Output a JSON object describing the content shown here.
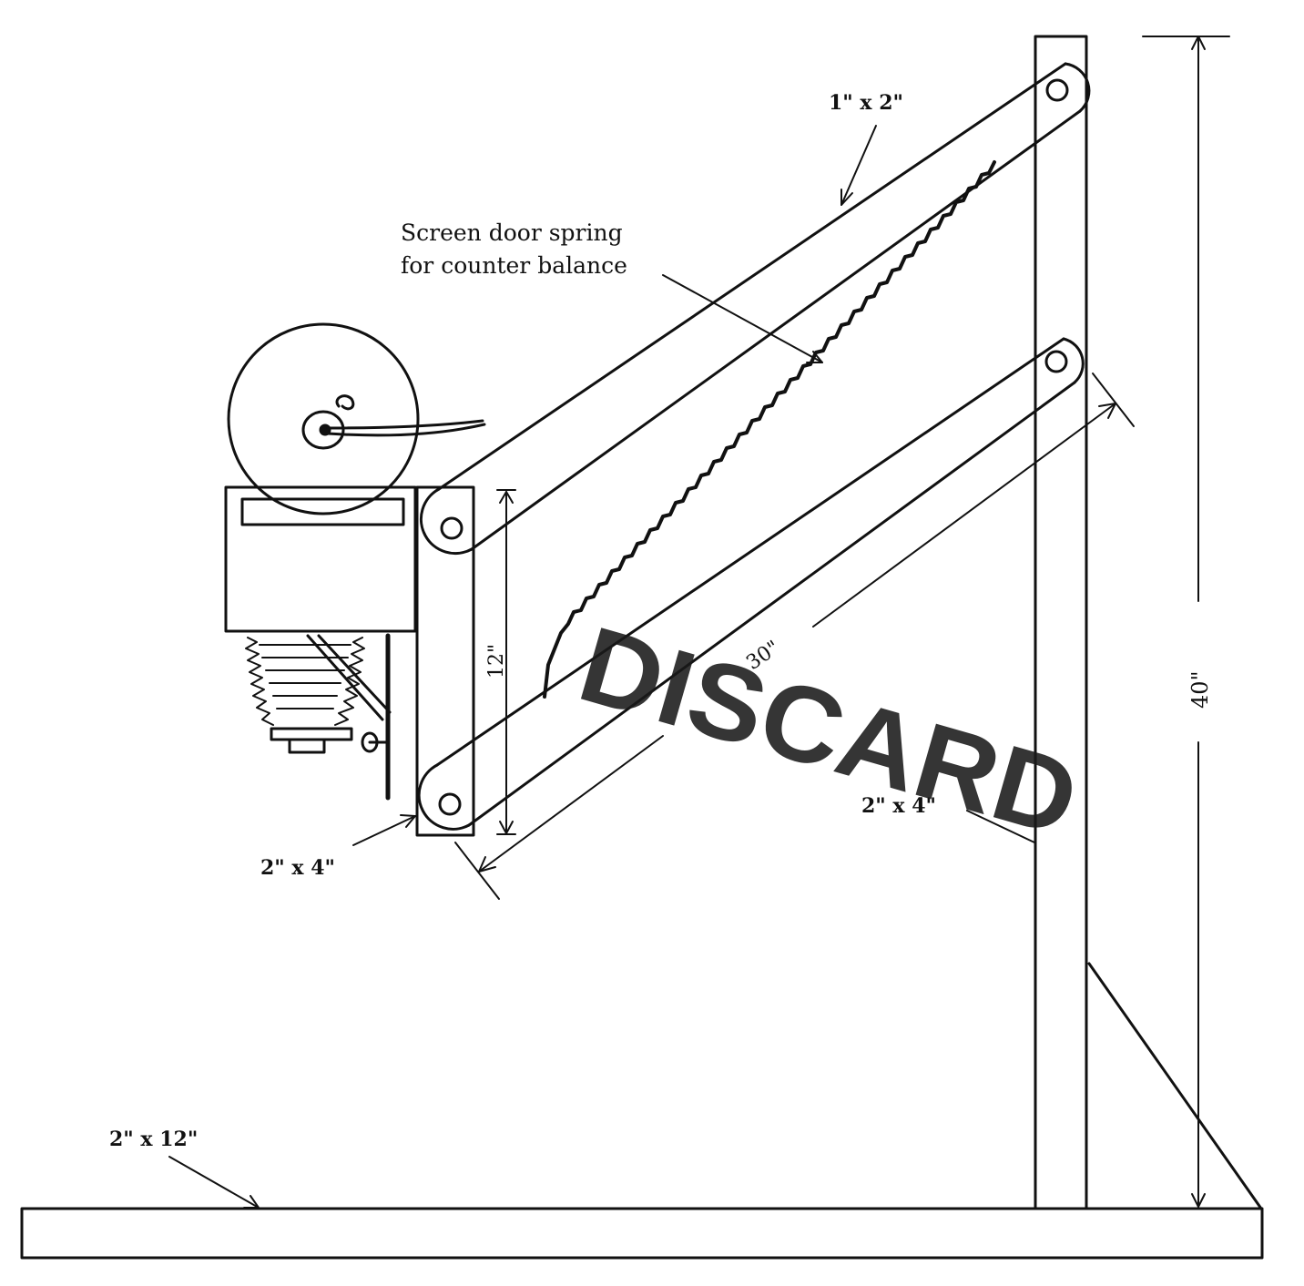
{
  "diagram": {
    "labels": {
      "top_arm": "1\" x 2\"",
      "spring_line1": "Screen door spring",
      "spring_line2": "for counter balance",
      "arm_length": "30\"",
      "lower_arm": "2\" x 4\"",
      "bracket_height": "12\"",
      "bracket_size": "2\" x 4\"",
      "post_height": "40\"",
      "base": "2\" x 12\""
    },
    "stamp": "DISCARD",
    "colors": {
      "ink": "#111111",
      "paper": "#ffffff",
      "stamp": "#1a1a1a"
    }
  }
}
